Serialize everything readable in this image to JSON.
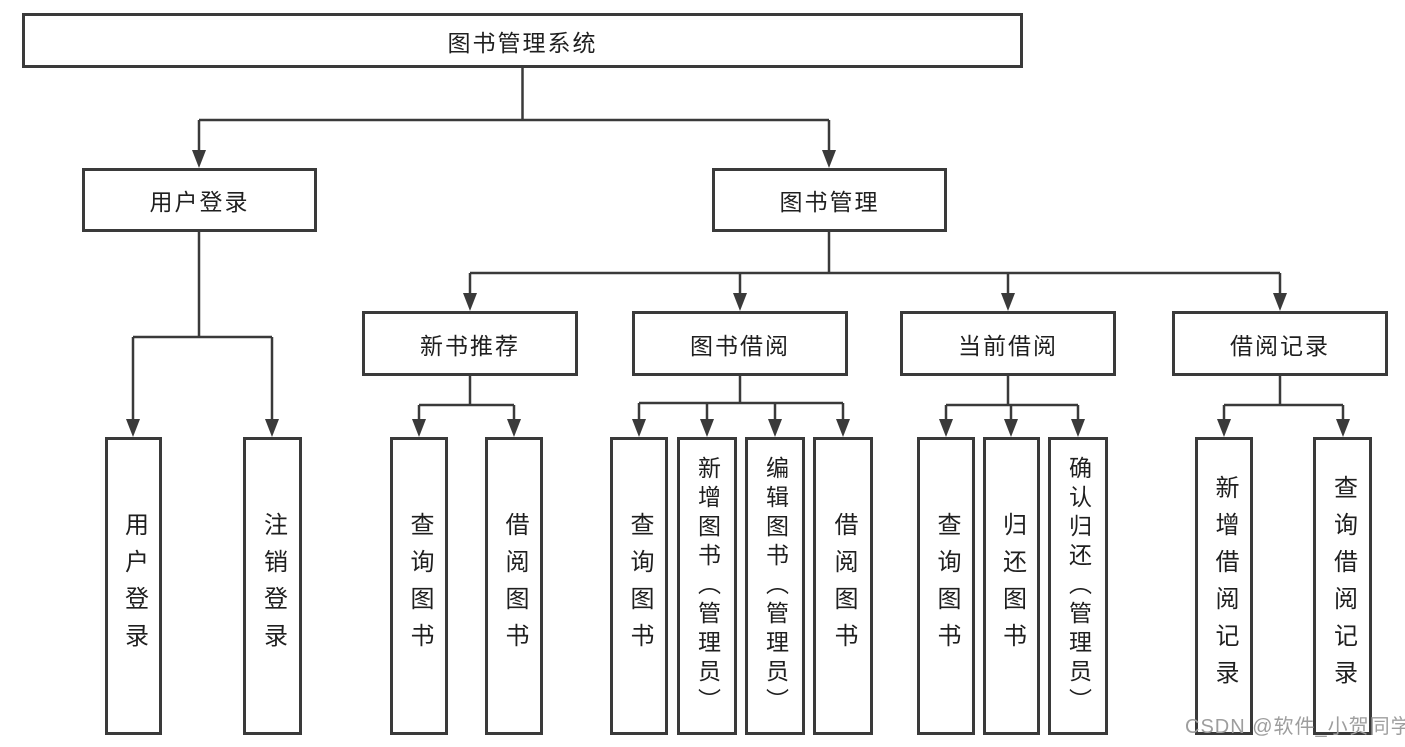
{
  "diagram": {
    "root": {
      "label": "图书管理系统"
    },
    "branches": [
      {
        "label": "用户登录",
        "children": [
          {
            "label": "用户登录"
          },
          {
            "label": "注销登录"
          }
        ]
      },
      {
        "label": "图书管理",
        "sections": [
          {
            "label": "新书推荐",
            "children": [
              {
                "label": "查询图书"
              },
              {
                "label": "借阅图书"
              }
            ]
          },
          {
            "label": "图书借阅",
            "children": [
              {
                "label": "查询图书"
              },
              {
                "label": "新增图书（管理员）"
              },
              {
                "label": "编辑图书（管理员）"
              },
              {
                "label": "借阅图书"
              }
            ]
          },
          {
            "label": "当前借阅",
            "children": [
              {
                "label": "查询图书"
              },
              {
                "label": "归还图书"
              },
              {
                "label": "确认归还（管理员）"
              }
            ]
          },
          {
            "label": "借阅记录",
            "children": [
              {
                "label": "新增借阅记录"
              },
              {
                "label": "查询借阅记录"
              }
            ]
          }
        ]
      }
    ]
  },
  "watermark": {
    "text": "CSDN @软件_小贺同学",
    "color": "#9e9e9e"
  },
  "style": {
    "line_color": "#3a3a3a",
    "background": "#ffffff",
    "text_color": "#1f1f1f"
  }
}
